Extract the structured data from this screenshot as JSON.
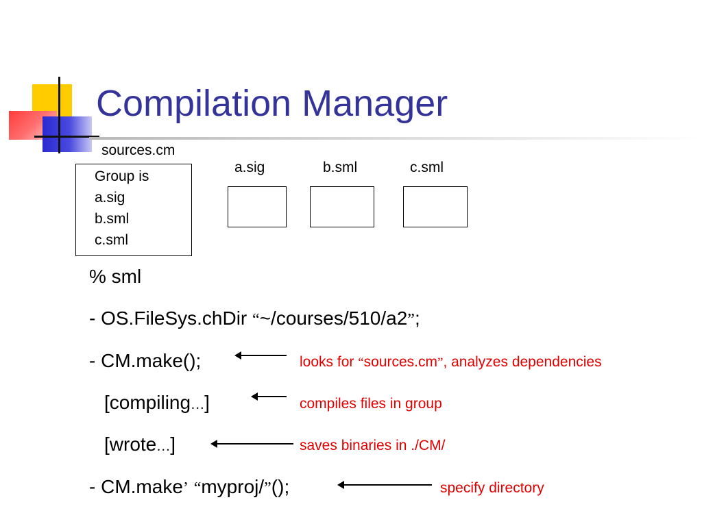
{
  "slide": {
    "title": "Compilation Manager",
    "sources_label": "sources.cm",
    "group_box": [
      "Group is",
      "a.sig",
      "b.sml",
      "c.sml"
    ],
    "files": [
      "a.sig",
      "b.sml",
      "c.sml"
    ],
    "lines": {
      "l1": "% sml",
      "l2_prefix": "- OS.FileSys.chDir ",
      "l2_open": "“",
      "l2_path": "~/courses/510/a2",
      "l2_close": "”",
      "l2_end": ";",
      "l3": "- CM.make();",
      "l4_text": "[compiling",
      "l4_ellipsis": "…",
      "l4_end": "]",
      "l5_text": "[wrote",
      "l5_ellipsis": "…",
      "l5_end": "]",
      "l6_prefix": "- CM.make",
      "l6_apos": "’",
      "l6_open": "“",
      "l6_path": "myproj/",
      "l6_close": "”",
      "l6_end": "();"
    },
    "notes": {
      "n1_prefix": "looks for ",
      "n1_open": "“",
      "n1_file": "sources.cm",
      "n1_close": "”",
      "n1_suffix": ", analyzes dependencies",
      "n2": "compiles files in group",
      "n3": "saves binaries in ./CM/",
      "n4": "specify directory"
    },
    "colors": {
      "title": "#333399",
      "note": "#e00000"
    }
  }
}
